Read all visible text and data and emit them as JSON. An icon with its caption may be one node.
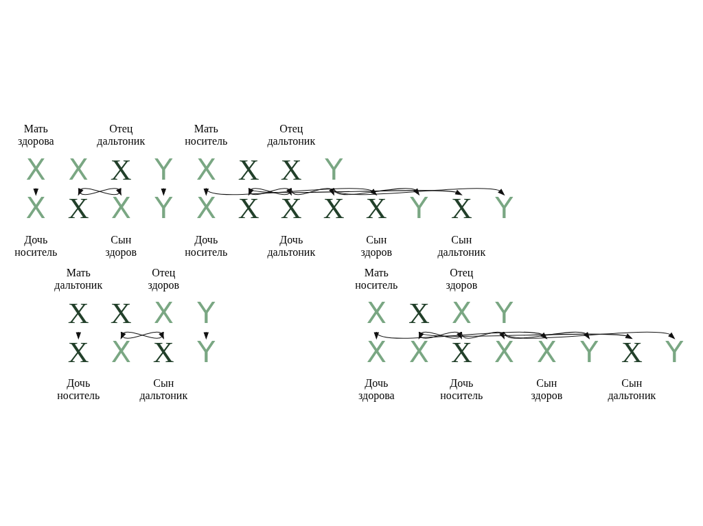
{
  "diagram": {
    "nodes": [
      {
        "text": [
          "X"
        ]
      },
      {
        "text": [
          "X"
        ]
      },
      {
        "text": [
          "X"
        ]
      },
      {
        "text": [
          "Y"
        ]
      },
      {
        "text": [
          "X"
        ]
      },
      {
        "text": [
          "X"
        ]
      },
      {
        "text": [
          "X"
        ]
      },
      {
        "text": [
          "Y"
        ]
      },
      {
        "text": [
          "X"
        ]
      },
      {
        "text": [
          "X"
        ]
      },
      {
        "text": [
          "X"
        ]
      },
      {
        "text": [
          "Y"
        ]
      },
      {
        "text": [
          "X"
        ]
      },
      {
        "text": [
          "X"
        ]
      },
      {
        "text": [
          "X"
        ]
      },
      {
        "text": [
          "X"
        ]
      },
      {
        "text": [
          "X"
        ]
      },
      {
        "text": [
          "Y"
        ]
      },
      {
        "text": [
          "X"
        ]
      },
      {
        "text": [
          "Y"
        ]
      },
      {
        "text": [
          "X"
        ]
      },
      {
        "text": [
          "X"
        ]
      },
      {
        "text": [
          "X"
        ]
      },
      {
        "text": [
          "Y"
        ]
      },
      {
        "text": [
          "X"
        ]
      },
      {
        "text": [
          "X"
        ]
      },
      {
        "text": [
          "X"
        ]
      },
      {
        "text": [
          "Y"
        ]
      },
      {
        "text": [
          "X"
        ]
      },
      {
        "text": [
          "X"
        ]
      },
      {
        "text": [
          "X"
        ]
      },
      {
        "text": [
          "Y"
        ]
      },
      {
        "text": [
          "X"
        ]
      },
      {
        "text": [
          "X"
        ]
      },
      {
        "text": [
          "X"
        ]
      },
      {
        "text": [
          "X"
        ]
      },
      {
        "text": [
          "X"
        ]
      },
      {
        "text": [
          "Y"
        ]
      },
      {
        "text": [
          "X"
        ]
      },
      {
        "text": [
          "Y"
        ]
      }
    ],
    "edges": [
      {
        "from": 0,
        "to": 4,
        "arrow": "to"
      },
      {
        "from": 1,
        "to": 6,
        "arrow": "to"
      },
      {
        "from": 2,
        "to": 5,
        "arrow": "to"
      },
      {
        "from": 3,
        "to": 7,
        "arrow": "to"
      },
      {
        "from": 8,
        "to": 12,
        "arrow": "to"
      },
      {
        "from": 8,
        "to": 16,
        "arrow": "to"
      },
      {
        "from": 9,
        "to": 14,
        "arrow": "to"
      },
      {
        "from": 9,
        "to": 18,
        "arrow": "to"
      },
      {
        "from": 10,
        "to": 13,
        "arrow": "to"
      },
      {
        "from": 10,
        "to": 15,
        "arrow": "to"
      },
      {
        "from": 11,
        "to": 17,
        "arrow": "to"
      },
      {
        "from": 11,
        "to": 19,
        "arrow": "to"
      },
      {
        "from": 20,
        "to": 24,
        "arrow": "to"
      },
      {
        "from": 21,
        "to": 26,
        "arrow": "to"
      },
      {
        "from": 22,
        "to": 25,
        "arrow": "to"
      },
      {
        "from": 23,
        "to": 27,
        "arrow": "to"
      },
      {
        "from": 28,
        "to": 32,
        "arrow": "to"
      },
      {
        "from": 28,
        "to": 36,
        "arrow": "to"
      },
      {
        "from": 29,
        "to": 34,
        "arrow": "to"
      },
      {
        "from": 29,
        "to": 38,
        "arrow": "to"
      },
      {
        "from": 30,
        "to": 33,
        "arrow": "to"
      },
      {
        "from": 30,
        "to": 35,
        "arrow": "to"
      },
      {
        "from": 31,
        "to": 37,
        "arrow": "to"
      },
      {
        "from": 31,
        "to": 39,
        "arrow": "to"
      }
    ],
    "labels": [
      "Мать здорова",
      "Отец дальтоник",
      "Мать носитель",
      "Отец дальтоник",
      "Дочь носитель",
      "Сын здоров",
      "Дочь носитель",
      "Дочь дальтоник",
      "Сын здоров",
      "Сын дальтоник",
      "Мать дальтоник",
      "Отец здоров",
      "Мать носитель",
      "Отец здоров",
      "Дочь носитель",
      "Сын дальтоник",
      "Дочь здорова",
      "Дочь носитель",
      "Сын здоров",
      "Сын дальтоник"
    ]
  }
}
